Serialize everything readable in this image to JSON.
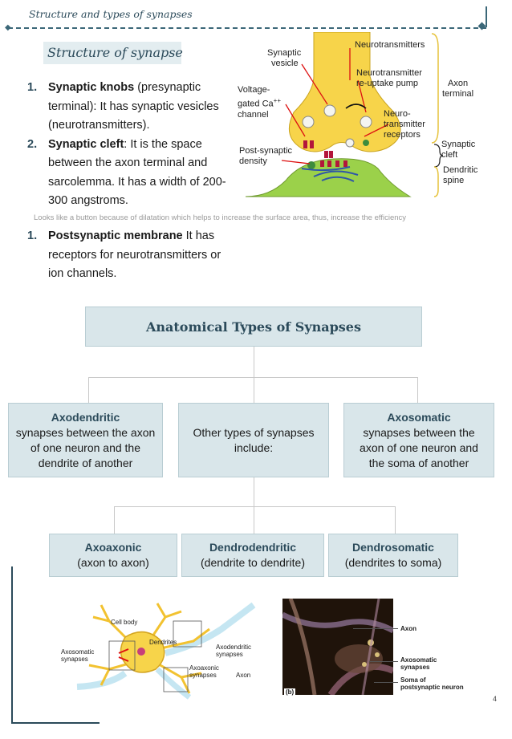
{
  "header": {
    "title": "Structure and types of synapses"
  },
  "section": {
    "title": "Structure of synapse"
  },
  "structure_list": [
    {
      "num": "1.",
      "term": "Synaptic knobs",
      "text": " (presynaptic terminal): It has synaptic vesicles (neurotransmitters)."
    },
    {
      "num": "2.",
      "term": "Synaptic cleft",
      "text": ":  It is the space between the axon terminal and sarcolemma. It has a width of 200-300 angstroms."
    }
  ],
  "note": "Looks like a button because of dilatation which helps to increase the surface area, thus, increase the efficiency",
  "structure_list2": [
    {
      "num": "1.",
      "term": "Postsynaptic membrane",
      "text": " It has receptors for neurotransmitters or ion channels."
    }
  ],
  "synapse_diagram": {
    "labels": {
      "neurotransmitters": "Neurotransmitters",
      "synaptic_vesicle_1": "Synaptic",
      "synaptic_vesicle_2": "vesicle",
      "reuptake_1": "Neurotransmitter",
      "reuptake_2": "re-uptake pump",
      "axon_terminal_1": "Axon",
      "axon_terminal_2": "terminal",
      "voltage_1": "Voltage-",
      "voltage_2": "gated Ca",
      "voltage_sup": "++",
      "voltage_3": "channel",
      "receptors_1": "Neuro-",
      "receptors_2": "transmitter",
      "receptors_3": "receptors",
      "cleft_1": "Synaptic",
      "cleft_2": "cleft",
      "postsyn_1": "Post-synaptic",
      "postsyn_2": "density",
      "spine_1": "Dendritic",
      "spine_2": "spine"
    }
  },
  "types": {
    "title": "Anatomical Types of Synapses",
    "axodendritic": {
      "name": "Axodendritic",
      "desc": "synapses between the axon of one neuron and the dendrite of another"
    },
    "other": {
      "desc": "Other types of synapses include:"
    },
    "axosomatic": {
      "name": "Axosomatic",
      "desc": "synapses between the axon of one neuron and the soma of another"
    },
    "axoaxonic": {
      "name": "Axoaxonic",
      "desc": "(axon to axon)"
    },
    "dendrodendritic": {
      "name": "Dendrodendritic",
      "desc": "(dendrite to dendrite)"
    },
    "dendrosomatic": {
      "name": "Dendrosomatic",
      "desc": "(dendrites to soma)"
    }
  },
  "neuron_diagram": {
    "cell_body": "Cell body",
    "dendrites": "Dendrites",
    "axosomatic_1": "Axosomatic",
    "axosomatic_2": "synapses",
    "axodendritic_1": "Axodendritic",
    "axodendritic_2": "synapses",
    "axoaxonic_1": "Axoaxonic",
    "axoaxonic_2": "synapses",
    "axon": "Axon"
  },
  "photo_labels": {
    "axon": "Axon",
    "axosomatic_1": "Axosomatic",
    "axosomatic_2": "synapses",
    "soma_1": "Soma of",
    "soma_2": "postsynaptic neuron",
    "panel": "(b)"
  },
  "page_number": "4",
  "colors": {
    "accent": "#2b4a5a",
    "box_fill": "#d9e6ea",
    "axon_yellow": "#f7d44a",
    "spine_green": "#9bd14a"
  }
}
